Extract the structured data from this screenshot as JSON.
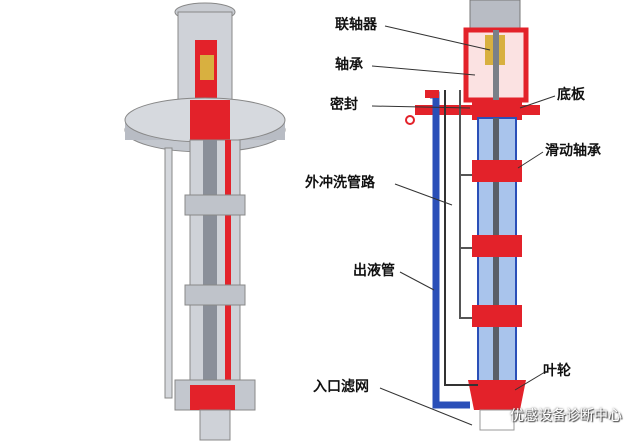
{
  "labels": {
    "coupling": "联轴器",
    "bearing": "轴承",
    "seal": "密封",
    "baseplate": "底板",
    "sleeve_bearing": "滑动轴承",
    "flush_line": "外冲洗管路",
    "discharge_pipe": "出液管",
    "impeller": "叶轮",
    "inlet_strainer": "入口滤网"
  },
  "watermark": "优感设备诊断中心",
  "colors": {
    "red": "#e3222a",
    "blue": "#2a4fb8",
    "light_blue": "#a9c4ec",
    "gray": "#b8bcc4"
  }
}
